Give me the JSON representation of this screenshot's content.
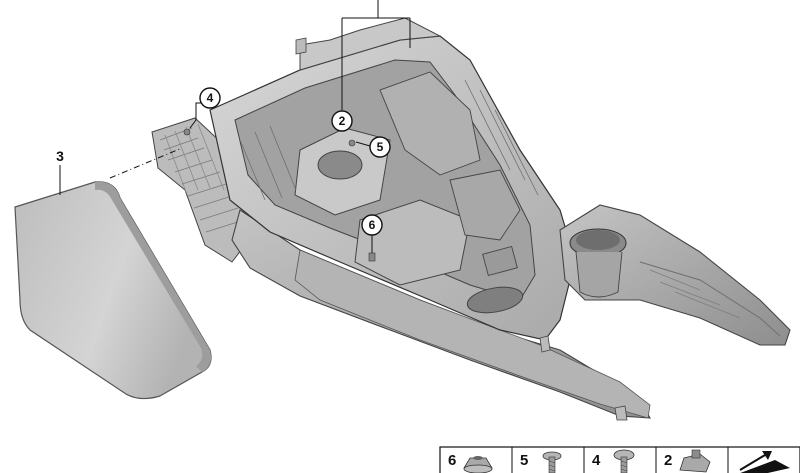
{
  "callouts": [
    {
      "id": "4",
      "label": "4"
    },
    {
      "id": "2",
      "label": "2"
    },
    {
      "id": "5",
      "label": "5"
    },
    {
      "id": "6",
      "label": "6"
    }
  ],
  "plain_labels": [
    {
      "id": "3",
      "label": "3"
    }
  ],
  "legend": [
    {
      "id": "6",
      "label": "6",
      "icon": "flange-nut-icon"
    },
    {
      "id": "5",
      "label": "5",
      "icon": "screw-icon"
    },
    {
      "id": "4",
      "label": "4",
      "icon": "screw-icon"
    },
    {
      "id": "2",
      "label": "2",
      "icon": "clip-nut-icon"
    },
    {
      "id": "arrow",
      "label": "",
      "icon": "arrow-icon"
    }
  ],
  "colors": {
    "part_fill": "#c9c9c9",
    "part_shade": "#9e9e9e",
    "part_dark": "#6f6f6f",
    "line": "#222222"
  }
}
